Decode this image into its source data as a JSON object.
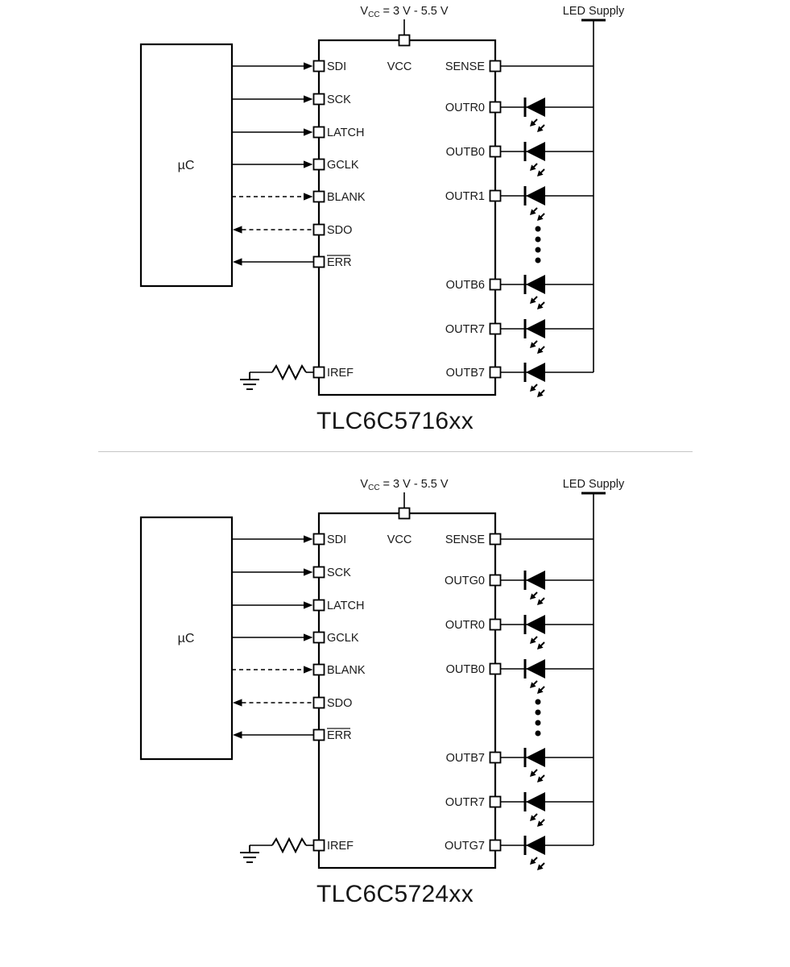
{
  "page": {
    "background": "#ffffff",
    "line_color": "#000000",
    "text_color": "#1a1a1a"
  },
  "diagrams": [
    {
      "title": "TLC6C5716xx",
      "mcu_label": "µC",
      "supply_label": {
        "v": "V",
        "sub": "CC",
        "rest": "= 3 V - 5.5 V"
      },
      "vcc_pin_label": "VCC",
      "led_supply_label": "LED Supply",
      "sense_label": "SENSE",
      "left_pins": [
        "SDI",
        "SCK",
        "LATCH",
        "GCLK",
        "BLANK",
        "SDO",
        "ERR"
      ],
      "iref_label": "IREF",
      "out_pins": [
        "OUTR0",
        "OUTB0",
        "OUTR1",
        "OUTB6",
        "OUTR7",
        "OUTB7"
      ]
    },
    {
      "title": "TLC6C5724xx",
      "mcu_label": "µC",
      "supply_label": {
        "v": "V",
        "sub": "CC",
        "rest": "= 3 V - 5.5 V"
      },
      "vcc_pin_label": "VCC",
      "led_supply_label": "LED Supply",
      "sense_label": "SENSE",
      "left_pins": [
        "SDI",
        "SCK",
        "LATCH",
        "GCLK",
        "BLANK",
        "SDO",
        "ERR"
      ],
      "iref_label": "IREF",
      "out_pins": [
        "OUTG0",
        "OUTR0",
        "OUTB0",
        "OUTB7",
        "OUTR7",
        "OUTG7"
      ]
    }
  ]
}
